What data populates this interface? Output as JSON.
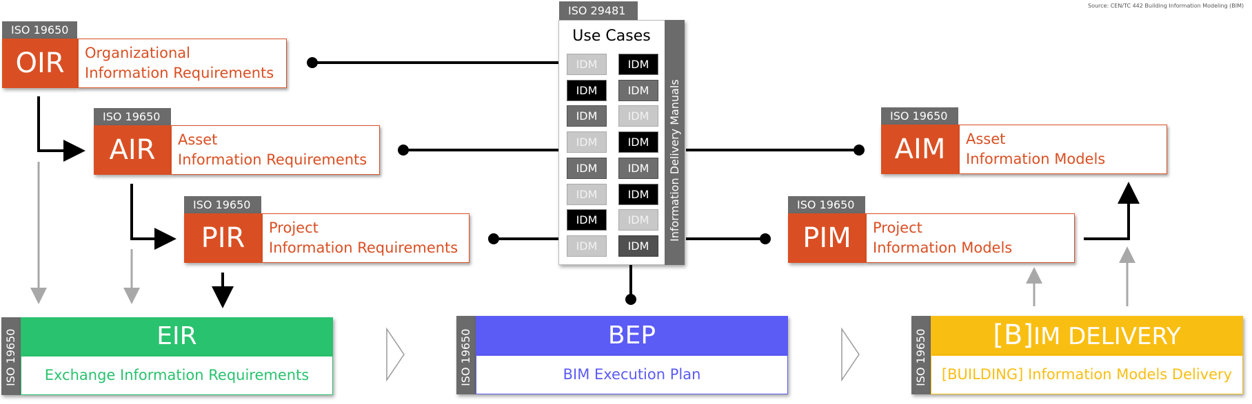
{
  "source": "Source: CEN/TC 442 Building Information Modeling (BIM)",
  "requirements": {
    "oir": {
      "tag": "ISO 19650",
      "code": "OIR",
      "line1": "Organizational",
      "line2": "Information Requirements"
    },
    "air": {
      "tag": "ISO 19650",
      "code": "AIR",
      "line1": "Asset",
      "line2": "Information Requirements"
    },
    "pir": {
      "tag": "ISO 19650",
      "code": "PIR",
      "line1": "Project",
      "line2": "Information Requirements"
    }
  },
  "models": {
    "aim": {
      "tag": "ISO 19650",
      "code": "AIM",
      "line1": "Asset",
      "line2": "Information Models"
    },
    "pim": {
      "tag": "ISO 19650",
      "code": "PIM",
      "line1": "Project",
      "line2": "Information Models"
    }
  },
  "use_cases": {
    "tag": "ISO 29481",
    "title": "Use Cases",
    "side_label": "Information Delivery Manuals",
    "idm_label": "IDM",
    "idm_shades_left": [
      "g0",
      "g1",
      "g2",
      "g0",
      "g2",
      "g0",
      "g1",
      "g0"
    ],
    "idm_shades_right": [
      "g1",
      "g2",
      "g0",
      "g1",
      "g2",
      "g1",
      "g0",
      "g3"
    ]
  },
  "eir": {
    "side_tag": "ISO 19650",
    "code": "EIR",
    "desc": "Exchange Information Requirements",
    "color": "#29c26e"
  },
  "bep": {
    "side_tag": "ISO 19650",
    "code": "BEP",
    "desc": "BIM Execution Plan",
    "color": "#5b5bf5"
  },
  "delivery": {
    "side_tag": "ISO 19650",
    "code_bracket": "[B]",
    "code_rest": "IM DELIVERY",
    "desc": "[BUILDING] Information Models Delivery",
    "color": "#f9be12"
  },
  "colors": {
    "requirement_accent": "#d94f23",
    "tag_gray": "#6b6b6b"
  }
}
